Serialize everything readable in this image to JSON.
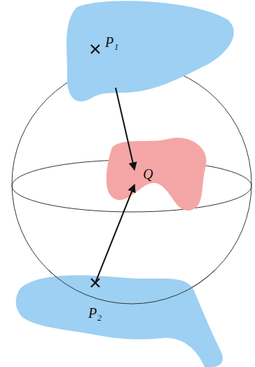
{
  "diagram": {
    "nodes": [
      {
        "text": [
          "P₁"
        ]
      },
      {
        "text": [
          "Q"
        ]
      },
      {
        "text": [
          "P₂"
        ]
      }
    ],
    "edges": [
      {
        "from": 0,
        "to": 1,
        "arrow": "to"
      },
      {
        "from": 2,
        "to": 1,
        "arrow": "to"
      }
    ]
  }
}
